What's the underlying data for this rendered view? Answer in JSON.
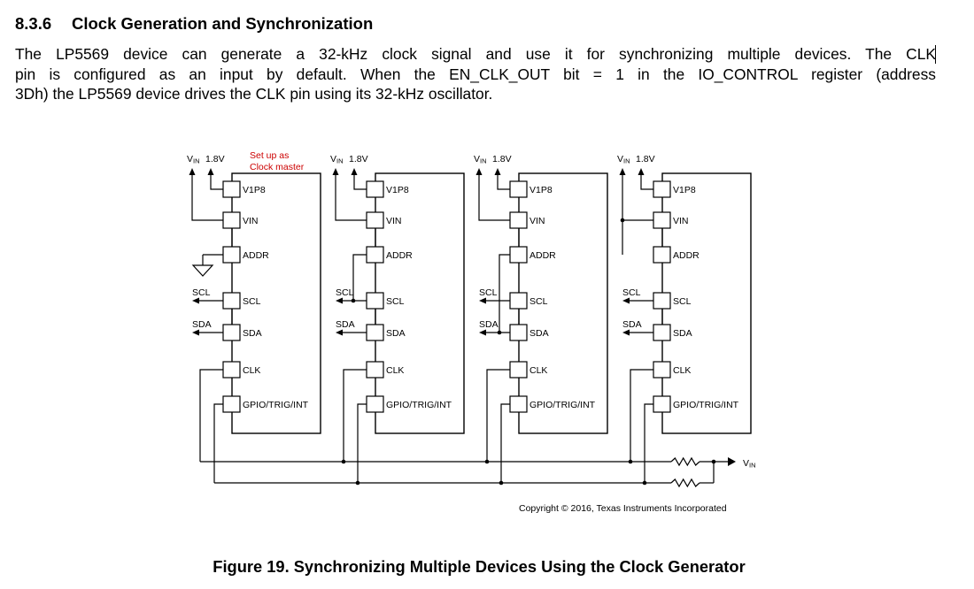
{
  "section": {
    "number": "8.3.6",
    "title": "Clock Generation and Synchronization"
  },
  "paragraph": {
    "lines": [
      "The LP5569 device can generate a 32-kHz clock signal and use it for synchronizing multiple devices. The CLK",
      "pin is configured as an input by default. When the EN_CLK_OUT bit = 1 in the IO_CONTROL register (address",
      "3Dh) the LP5569 device drives the CLK pin using its 32-kHz oscillator."
    ]
  },
  "figure": {
    "supply_label": "1.8V",
    "vin_main": "V",
    "vin_sub": "IN",
    "master_note": [
      "Set up as",
      "Clock master"
    ],
    "pins": [
      "V1P8",
      "VIN",
      "ADDR",
      "SCL",
      "SDA",
      "CLK",
      "GPIO/TRIG/INT"
    ],
    "scl_label": "SCL",
    "sda_label": "SDA",
    "copyright": "Copyright © 2016, Texas Instruments Incorporated",
    "colors": {
      "master_note": "#cc0000",
      "line": "#000000"
    }
  },
  "caption": "Figure 19.  Synchronizing Multiple Devices Using the Clock Generator"
}
